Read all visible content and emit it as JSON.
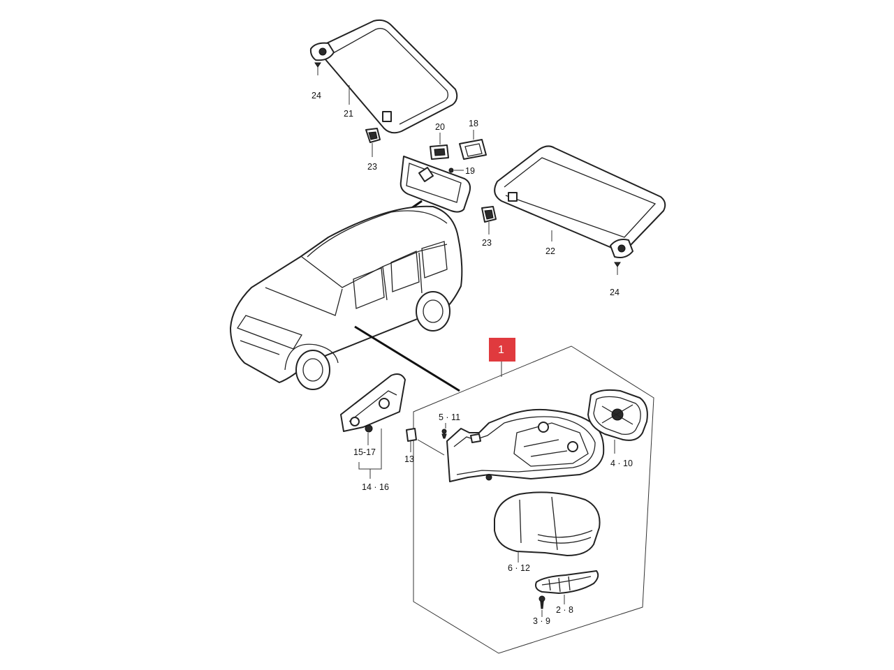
{
  "callout": "1",
  "labels": {
    "p24_top": "24",
    "p21": "21",
    "p23_left": "23",
    "p20": "20",
    "p18": "18",
    "p19": "19",
    "p23_mid": "23",
    "p22": "22",
    "p24_right": "24",
    "p5_11": "5 · 11",
    "p13": "13",
    "p15_17": "15-17",
    "p14_16": "14 · 16",
    "p4_10": "4 · 10",
    "p6_12": "6 · 12",
    "p2_8": "2 · 8",
    "p3_9": "3 · 9"
  },
  "colors": {
    "callout": "#e03a3e",
    "ink": "#222222"
  }
}
